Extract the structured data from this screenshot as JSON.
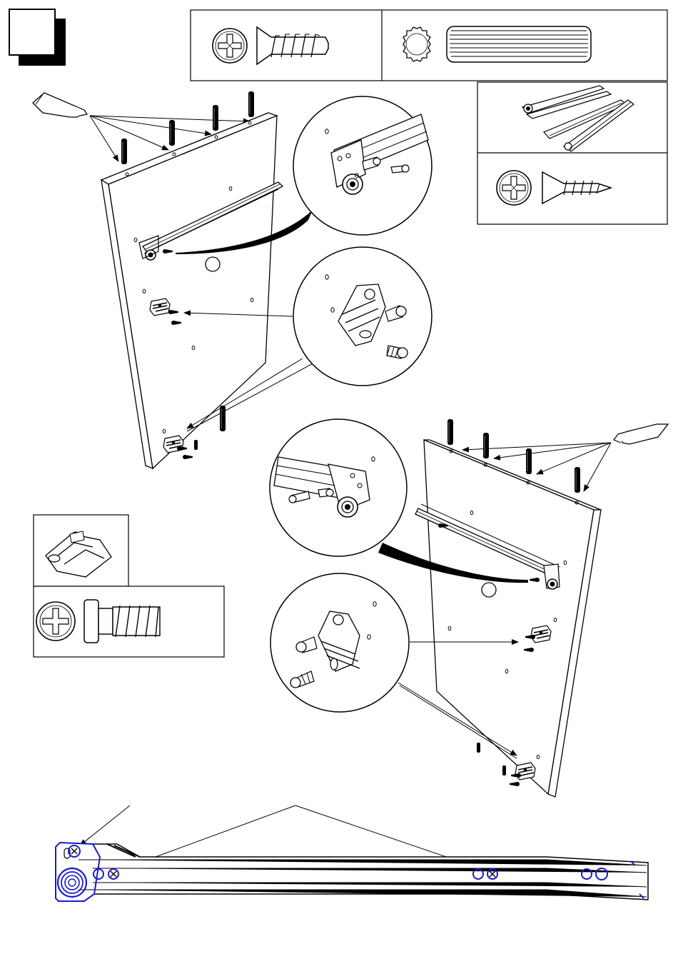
{
  "page": {
    "step_number": "",
    "colors": {
      "line": "#000000",
      "paper": "#ffffff",
      "highlight": "#1a1acc"
    }
  },
  "parts_box_top": {
    "items": [
      {
        "icon": "euro-screw-icon",
        "quantity": ""
      },
      {
        "icon": "wooden-dowel-icon",
        "quantity": ""
      }
    ]
  },
  "parts_box_right": {
    "items": [
      {
        "icon": "drawer-runner-pair-icon",
        "quantity": ""
      },
      {
        "icon": "countersunk-wood-screw-icon",
        "quantity": ""
      }
    ]
  },
  "parts_box_left": {
    "items": [
      {
        "icon": "hinge-mounting-plate-icon",
        "quantity": ""
      },
      {
        "icon": "euro-screw-icon",
        "quantity": ""
      }
    ]
  },
  "assemblies": [
    {
      "name": "left-side-panel",
      "parts": [
        "glue-tube-icon",
        "dowel",
        "drawer-runner",
        "hinge-plate",
        "screw"
      ]
    },
    {
      "name": "right-side-panel",
      "parts": [
        "glue-tube-icon",
        "dowel",
        "drawer-runner",
        "hinge-plate",
        "screw"
      ]
    }
  ],
  "runner_detail": {
    "highlighted_holes": [
      "front-screw-hole",
      "front-hole",
      "middle-hole",
      "rear-holes"
    ]
  }
}
